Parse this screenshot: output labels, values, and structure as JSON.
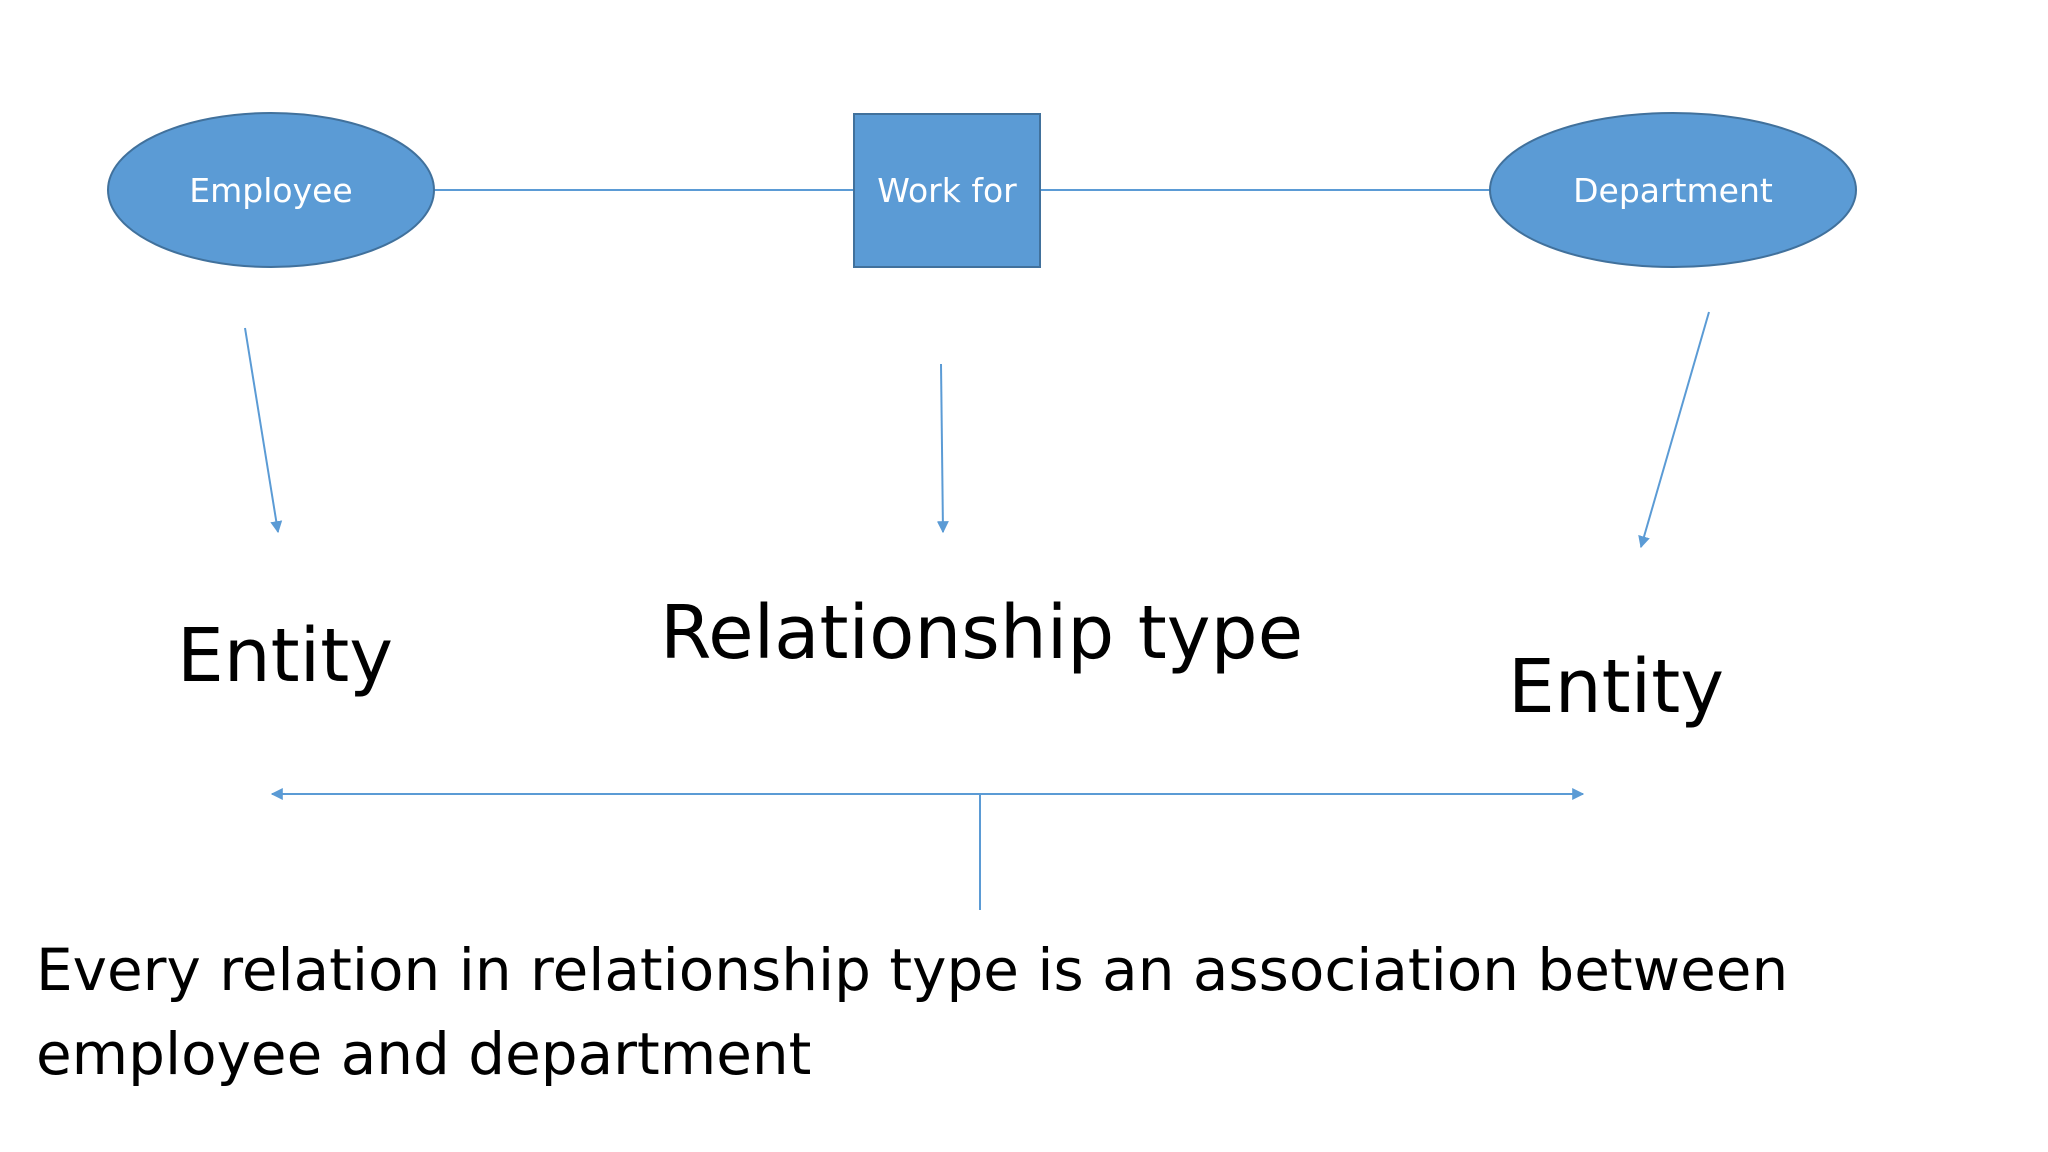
{
  "nodes": {
    "employee": "Employee",
    "work_for": "Work for",
    "department": "Department"
  },
  "labels": {
    "entity_left": "Entity",
    "relationship_type": "Relationship type",
    "entity_right": "Entity"
  },
  "caption": "Every relation in relationship type is an association between employee and department",
  "colors": {
    "shape_fill": "#5b9bd5",
    "shape_stroke": "#41719c",
    "connector": "#5b9bd5",
    "text_on_shape": "#ffffff",
    "text": "#000000"
  }
}
